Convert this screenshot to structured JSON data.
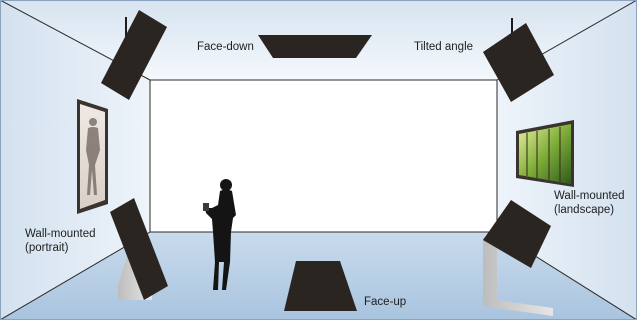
{
  "labels": {
    "face_down": "Face-down",
    "tilted_angle": "Tilted angle",
    "wall_portrait_line1": "Wall-mounted",
    "wall_portrait_line2": "(portrait)",
    "wall_landscape_line1": "Wall-mounted",
    "wall_landscape_line2": "(landscape)",
    "face_up": "Face-up"
  },
  "colors": {
    "room_wall": "#dfe9f4",
    "back_wall": "#ffffff",
    "floor": "#bed3e8",
    "edge": "#2a2a2a",
    "panel": "#2b2521",
    "stand": "#c9c9c9"
  }
}
